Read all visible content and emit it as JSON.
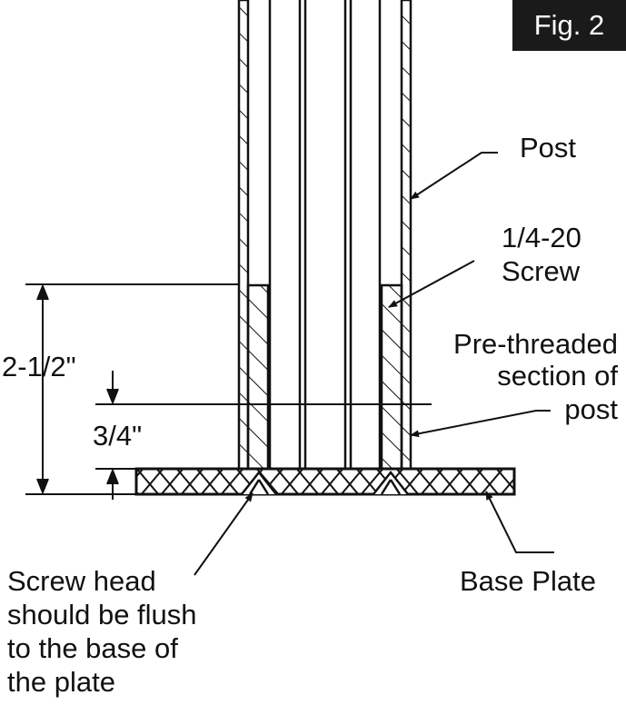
{
  "figure_tag": "Fig. 2",
  "labels": {
    "post": "Post",
    "screw_line1": "1/4-20",
    "screw_line2": "Screw",
    "prethreaded_line1": "Pre-threaded",
    "prethreaded_line2": "section of",
    "prethreaded_line3": "post",
    "base_plate": "Base Plate",
    "note_line1": "Screw head",
    "note_line2": "should be flush",
    "note_line3": "to the base of",
    "note_line4": "the plate"
  },
  "dimensions": {
    "overall": "2-1/2\"",
    "lower": "3/4\""
  }
}
